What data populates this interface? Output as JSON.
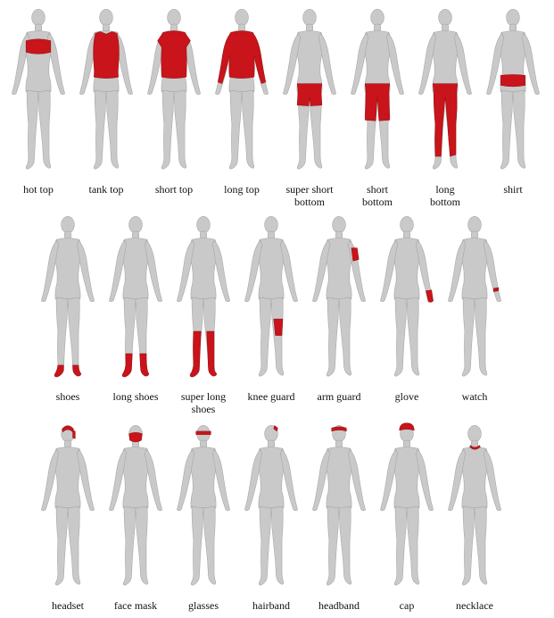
{
  "garment_color": "#c8141a",
  "body_color": "#c9c9c9",
  "rows": [
    {
      "items": [
        {
          "label": "hot top",
          "region": "hot-top"
        },
        {
          "label": "tank top",
          "region": "tank-top"
        },
        {
          "label": "short top",
          "region": "short-top"
        },
        {
          "label": "long top",
          "region": "long-top"
        },
        {
          "label": "super short\nbottom",
          "region": "super-short-bottom"
        },
        {
          "label": "short\nbottom",
          "region": "short-bottom"
        },
        {
          "label": "long\nbottom",
          "region": "long-bottom"
        },
        {
          "label": "shirt",
          "region": "shirt"
        }
      ]
    },
    {
      "items": [
        {
          "label": "shoes",
          "region": "shoes"
        },
        {
          "label": "long shoes",
          "region": "long-shoes"
        },
        {
          "label": "super long\nshoes",
          "region": "super-long-shoes"
        },
        {
          "label": "knee guard",
          "region": "knee-guard"
        },
        {
          "label": "arm guard",
          "region": "arm-guard"
        },
        {
          "label": "glove",
          "region": "glove"
        },
        {
          "label": "watch",
          "region": "watch"
        }
      ]
    },
    {
      "items": [
        {
          "label": "headset",
          "region": "headset"
        },
        {
          "label": "face mask",
          "region": "face-mask"
        },
        {
          "label": "glasses",
          "region": "glasses"
        },
        {
          "label": "hairband",
          "region": "hairband"
        },
        {
          "label": "headband",
          "region": "headband"
        },
        {
          "label": "cap",
          "region": "cap"
        },
        {
          "label": "necklace",
          "region": "necklace"
        }
      ]
    }
  ]
}
